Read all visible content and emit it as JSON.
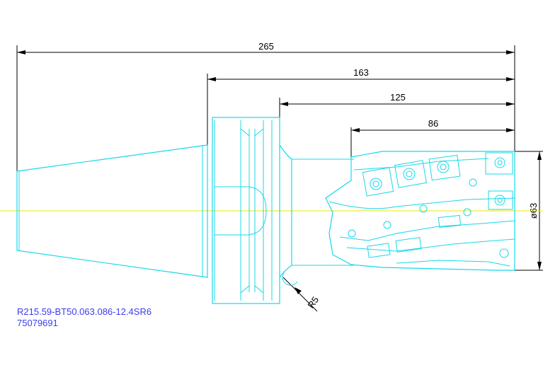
{
  "dimensions": {
    "overall_length": "265",
    "flange_length": "163",
    "body_length": "125",
    "cutting_length": "86",
    "diameter": "ø63",
    "radius": "R5"
  },
  "part": {
    "designation": "R215.59-BT50.063.086-12.4SR6",
    "item_number": "75079691"
  },
  "colors": {
    "outline": "#18d8e8",
    "dimension": "#000000",
    "centerline": "#e8e800",
    "text": "#3b3bf0"
  }
}
